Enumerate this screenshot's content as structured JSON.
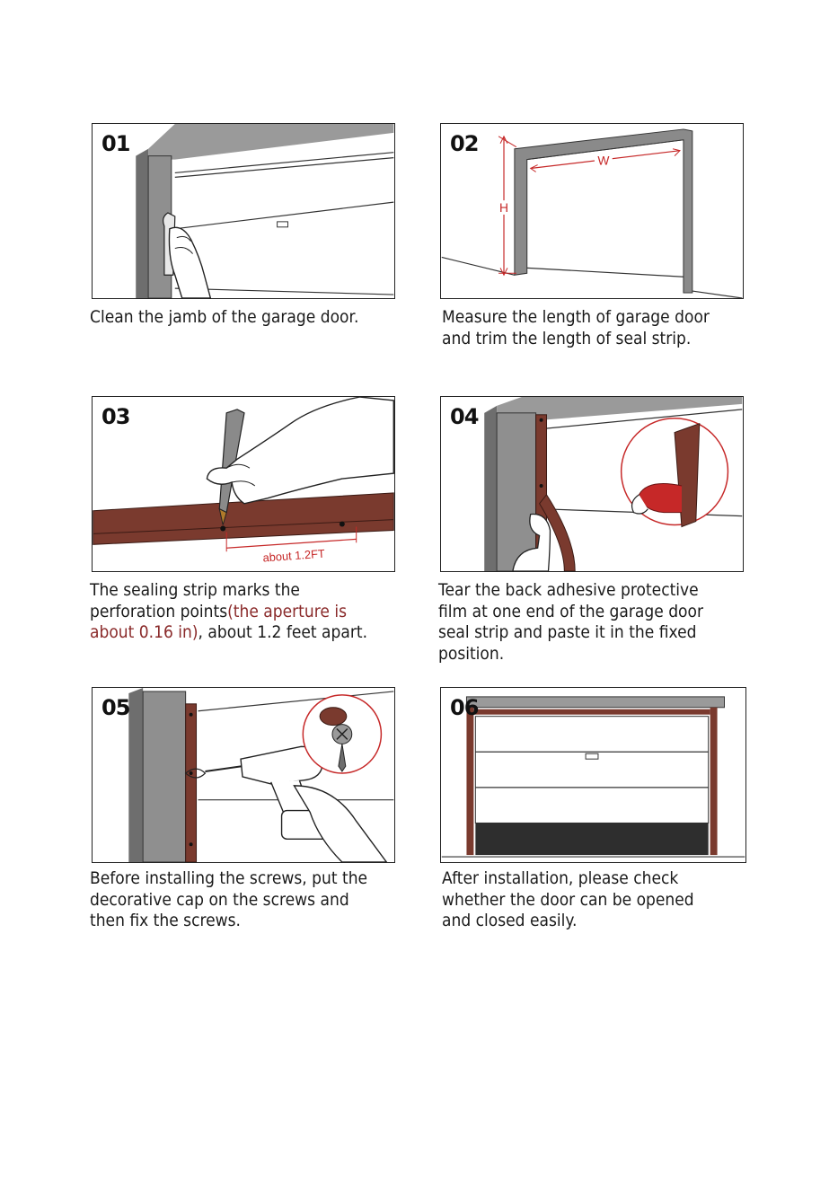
{
  "steps": [
    {
      "number": "01",
      "caption": "Clean the jamb of the garage door."
    },
    {
      "number": "02",
      "caption": "Measure the length of garage door and trim the length of seal strip.",
      "labels": {
        "height": "H",
        "width": "W"
      }
    },
    {
      "number": "03",
      "caption_part1": "The sealing strip marks the perforation points",
      "caption_highlight": "(the aperture is about 0.16 in)",
      "caption_part2": ", about 1.2 feet apart.",
      "labels": {
        "spacing": "about 1.2FT"
      }
    },
    {
      "number": "04",
      "caption": "Tear the back adhesive protective film at one end of the garage door seal strip and paste it in the fixed position."
    },
    {
      "number": "05",
      "caption": "Before installing the screws, put the decorative cap on the screws and then fix the screws."
    },
    {
      "number": "06",
      "caption": "After installation, please check whether the door can be opened and closed easily."
    }
  ],
  "colors": {
    "strip": "#7a3a2e",
    "accent_red": "#c62828",
    "jamb": "#8a8a8a",
    "highlight_text": "#8a2a2a"
  }
}
